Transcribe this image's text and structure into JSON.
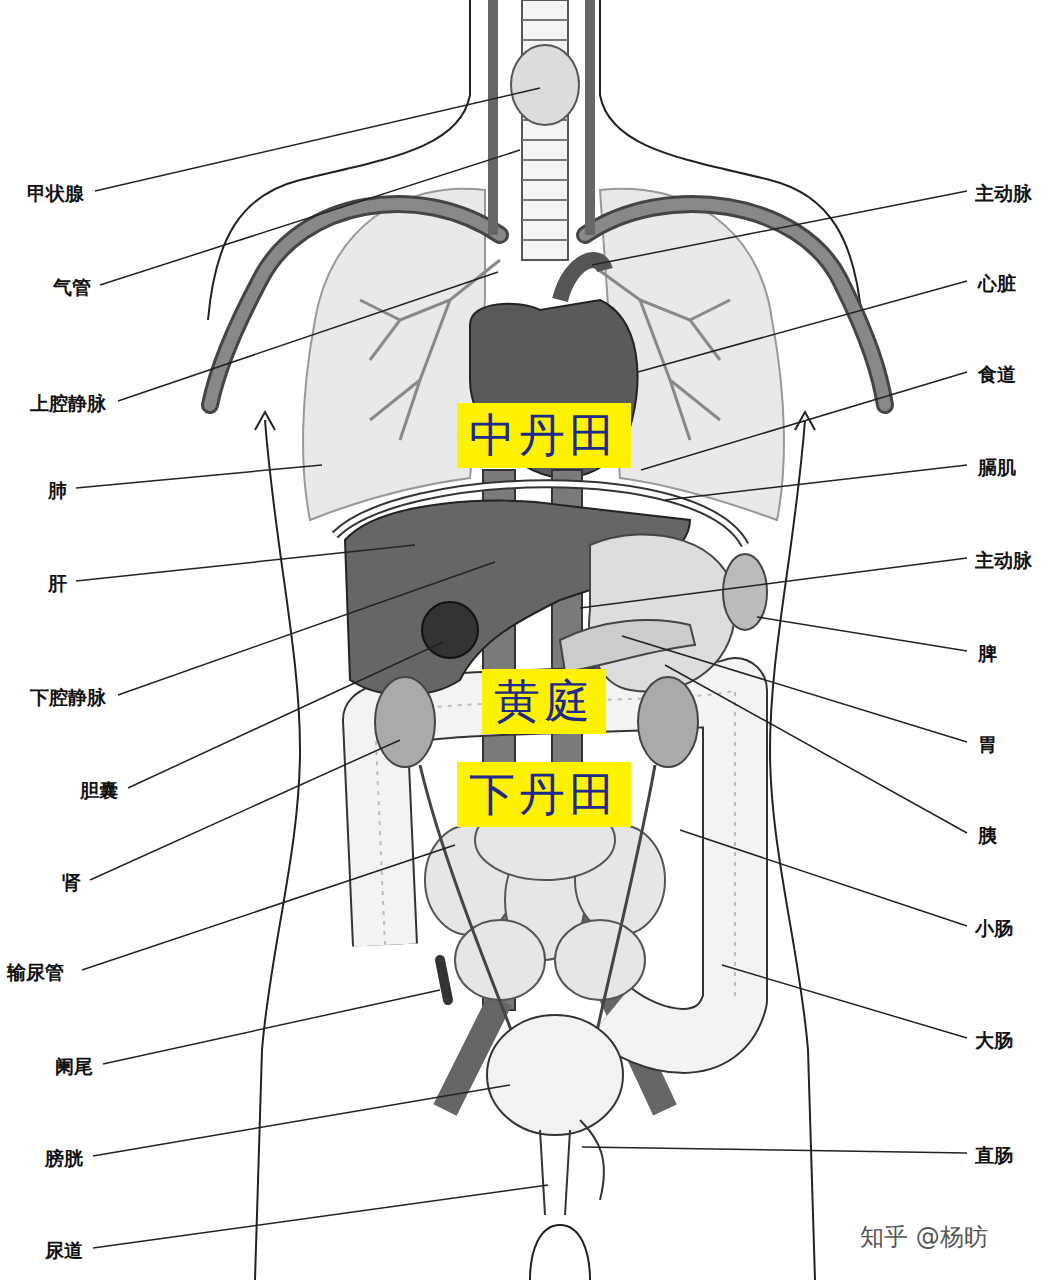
{
  "diagram": {
    "nodes": [
      {
        "text": [
          "中丹田"
        ]
      },
      {
        "text": [
          "黄庭"
        ]
      },
      {
        "text": [
          "下丹田"
        ]
      }
    ],
    "labels": [
      "甲状腺",
      "主动脉",
      "心脏",
      "气管",
      "食道",
      "上腔静脉",
      "膈肌",
      "肺",
      "主动脉",
      "肝",
      "脾",
      "下腔静脉",
      "胃",
      "胆囊",
      "胰",
      "肾",
      "小肠",
      "输尿管",
      "大肠",
      "阑尾",
      "直肠",
      "膀胱",
      "尿道",
      "知乎 @杨昉"
    ]
  }
}
